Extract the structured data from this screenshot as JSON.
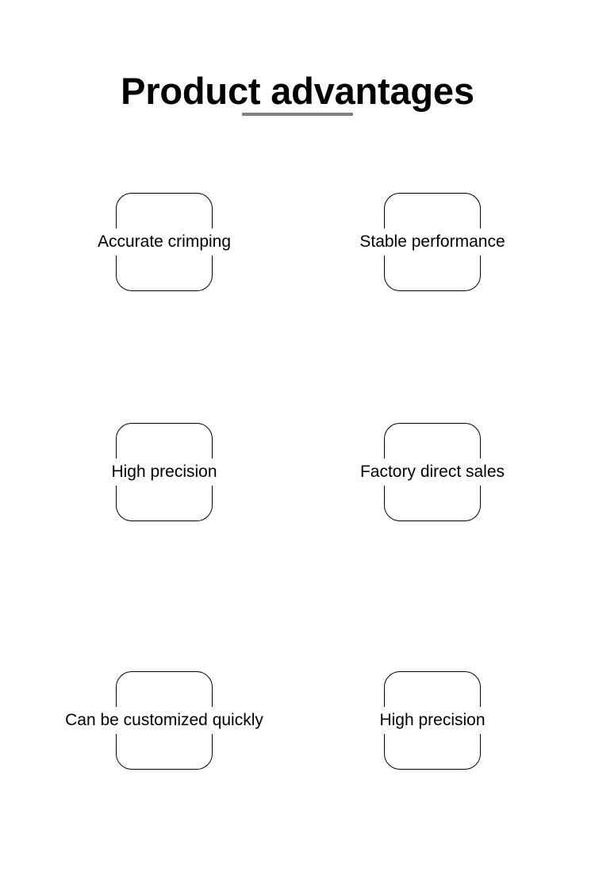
{
  "page": {
    "background_color": "#ffffff",
    "text_color": "#000000"
  },
  "header": {
    "title": "Product advantages",
    "rule_color": "#808080"
  },
  "advantages": {
    "items": [
      {
        "label": "Accurate crimping",
        "row": 1,
        "column": "left"
      },
      {
        "label": "Stable performance",
        "row": 1,
        "column": "right"
      },
      {
        "label": "High precision",
        "row": 2,
        "column": "left"
      },
      {
        "label": "Factory direct sales",
        "row": 2,
        "column": "right"
      },
      {
        "label": "Can be customized quickly",
        "row": 3,
        "column": "left"
      },
      {
        "label": "High precision",
        "row": 3,
        "column": "right"
      }
    ]
  }
}
